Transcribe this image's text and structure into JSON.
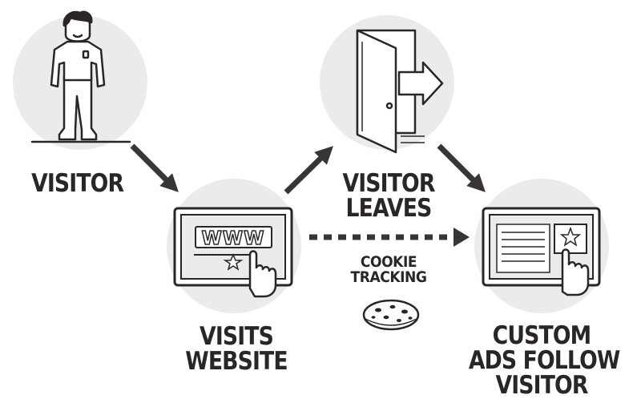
{
  "steps": {
    "visitor": {
      "label": "VISITOR"
    },
    "visits_website": {
      "line1": "VISITS",
      "line2": "WEBSITE",
      "screen_text": "WWW"
    },
    "visitor_leaves": {
      "line1": "VISITOR",
      "line2": "LEAVES"
    },
    "custom_ads": {
      "line1": "CUSTOM",
      "line2": "ADS FOLLOW",
      "line3": "VISITOR"
    }
  },
  "cookie_tracking": {
    "line1": "COOKIE",
    "line2": "TRACKING"
  },
  "colors": {
    "circle": "#ebebeb",
    "ink": "#2b2626",
    "arrow": "#3a3535"
  }
}
